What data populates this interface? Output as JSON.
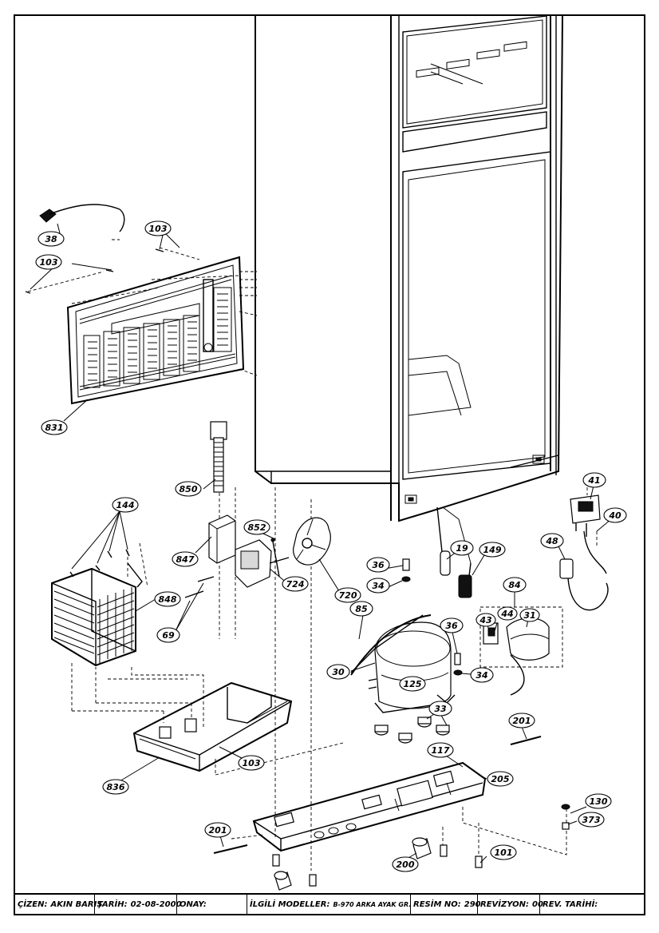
{
  "callouts": {
    "c38": "38",
    "c103a": "103",
    "c103b": "103",
    "c103c": "103",
    "c831": "831",
    "c850": "850",
    "c144": "144",
    "c852": "852",
    "c847": "847",
    "c848": "848",
    "c724": "724",
    "c720": "720",
    "c69": "69",
    "c836": "836",
    "c36a": "36",
    "c34a": "34",
    "c85": "85",
    "c30": "30",
    "c125": "125",
    "c36b": "36",
    "c34b": "34",
    "c33": "33",
    "c19": "19",
    "c149": "149",
    "c84": "84",
    "c43": "43",
    "c44": "44",
    "c31": "31",
    "c48": "48",
    "c41": "41",
    "c40": "40",
    "c201a": "201",
    "c201b": "201",
    "c117": "117",
    "c205": "205",
    "c130": "130",
    "c373": "373",
    "c200": "200",
    "c101": "101"
  },
  "title_block": {
    "drawn_by_label": "ÇİZEN:",
    "drawn_by": "AKIN  BARIŞ",
    "date_label": "TARİH:",
    "date": "02-08-2000",
    "approval_label": "ONAY:",
    "approval": "",
    "models_label": "İLGİLİ MODELLER:",
    "models": "B-970 ARKA AYAK GR.",
    "drawing_no_label": "RESİM NO:",
    "drawing_no": "290",
    "revision_label": "REVİZYON:",
    "revision": "00",
    "rev_date_label": "REV. TARİHİ:",
    "rev_date": ""
  }
}
